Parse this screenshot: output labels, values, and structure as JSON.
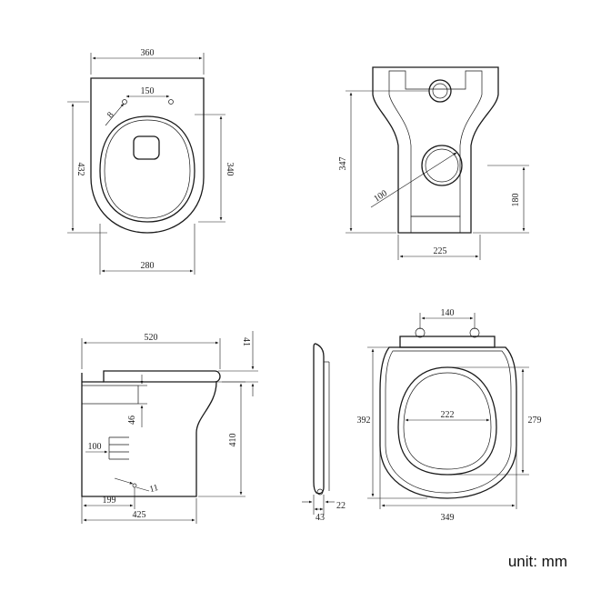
{
  "unit_label": "unit: mm",
  "top_view": {
    "width": "360",
    "bolt_spacing": "150",
    "bolt_hole": "8",
    "depth": "432",
    "inner_depth": "340",
    "base_width": "280"
  },
  "rear_view": {
    "height": "347",
    "waste_diameter": "100",
    "waste_height": "180",
    "base_width": "225"
  },
  "side_view": {
    "length": "520",
    "seat_thickness": "41",
    "inlet_height": "46",
    "waste_outlet": "100",
    "height": "410",
    "fixing_position": "199",
    "fixing_hole": "11",
    "base_length": "425"
  },
  "seat_side_view": {
    "hinge_depth": "43",
    "thickness": "22"
  },
  "seat_top_view": {
    "hinge_spacing": "140",
    "length": "392",
    "inner_width": "222",
    "inner_length": "279",
    "width": "349"
  }
}
